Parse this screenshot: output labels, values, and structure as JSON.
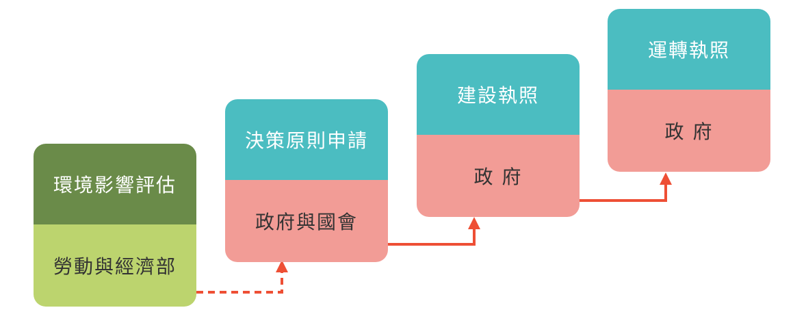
{
  "colors": {
    "dark_green": "#6a8b49",
    "light_green": "#bcd46e",
    "teal": "#4bbdc1",
    "pink": "#f29c96",
    "arrow": "#ee4f35"
  },
  "steps": [
    {
      "title": "環境影響評估",
      "authority": "勞動與經濟部"
    },
    {
      "title": "決策原則申請",
      "authority": "政府與國會"
    },
    {
      "title": "建設執照",
      "authority": "政 府"
    },
    {
      "title": "運轉執照",
      "authority": "政 府"
    }
  ]
}
